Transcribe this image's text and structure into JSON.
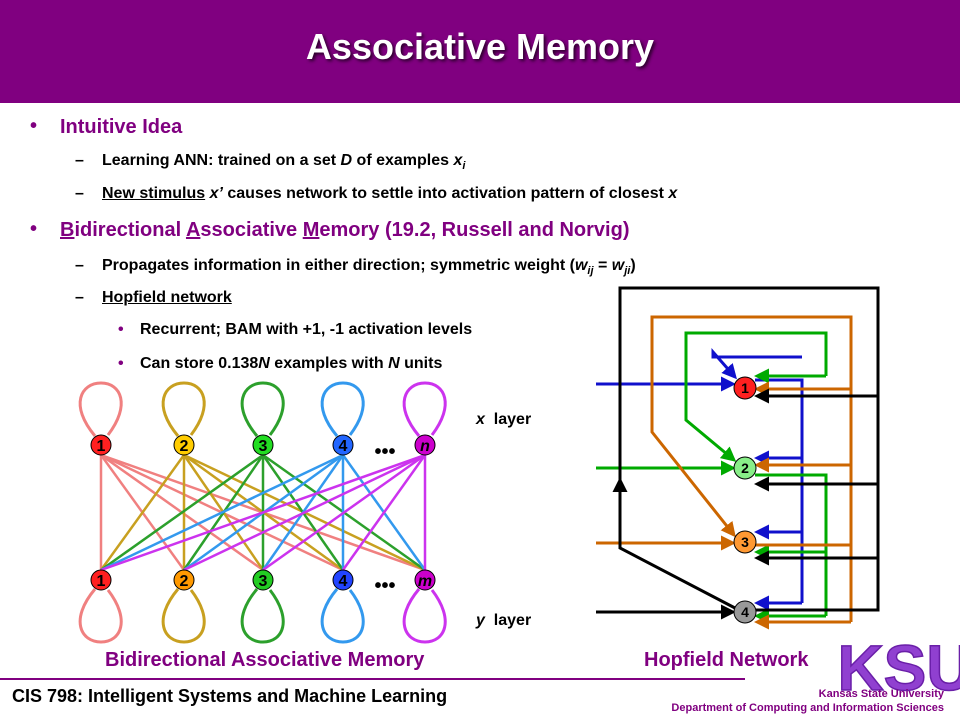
{
  "slide": {
    "title": "Associative Memory"
  },
  "bullets": {
    "intuitive": {
      "label": "Intuitive Idea",
      "sub1_a": "Learning ANN: trained on a set ",
      "sub1_D": "D",
      "sub1_b": " of examples ",
      "sub1_x": "x",
      "sub1_i": "i",
      "sub2_link": "New stimulus",
      "sub2_x": "x’",
      "sub2_rest": " causes network to settle into activation pattern of closest ",
      "sub2_end": "x"
    },
    "bam": {
      "B": "B",
      "idirectional": "idirectional ",
      "A": "A",
      "ssociative": "ssociative ",
      "M": "M",
      "emory": "emory (19.2, Russell and Norvig)",
      "sub1_a": "Propagates information in either direction; symmetric weight (",
      "sub1_w1": "w",
      "sub1_ij": "ij",
      "sub1_eq": " = ",
      "sub1_w2": "w",
      "sub1_ji": "ji",
      "sub1_close": ")",
      "hopfield_link": "Hopfield network",
      "sub3_1": "Recurrent; BAM with +1, -1 activation levels",
      "sub3_2a": "Can store 0.138",
      "sub3_2N": "N",
      "sub3_2b": " examples with ",
      "sub3_2N2": "N",
      "sub3_2c": " units"
    }
  },
  "bam_diagram": {
    "x_nodes": [
      "1",
      "2",
      "3",
      "4",
      "n"
    ],
    "y_nodes": [
      "1",
      "2",
      "3",
      "4",
      "m"
    ],
    "ellipsis": "•••",
    "x_layer_var": "x",
    "x_layer_word": "layer",
    "y_layer_var": "y",
    "y_layer_word": "layer",
    "caption": "Bidirectional Associative Memory",
    "x_colors": [
      "#f08080",
      "#c8a020",
      "#2ca02c",
      "#3399ee",
      "#cc33ee"
    ],
    "y_colors": [
      "#f08080",
      "#c8a020",
      "#2ca02c",
      "#3399ee",
      "#cc33ee"
    ],
    "x_fills": [
      "#ff2020",
      "#ffcc00",
      "#22dd22",
      "#2266ff",
      "#cc00cc"
    ],
    "y_fills": [
      "#ff2020",
      "#ff9900",
      "#22cc22",
      "#2244ff",
      "#cc00cc"
    ]
  },
  "hopfield_diagram": {
    "nodes": [
      "1",
      "2",
      "3",
      "4"
    ],
    "node_fills": [
      "#ff2020",
      "#88ee88",
      "#ff9933",
      "#999999"
    ],
    "caption": "Hopfield Network",
    "colors": {
      "n1": "#1010cc",
      "n2": "#00aa00",
      "n3": "#cc6600",
      "n4": "#000000"
    }
  },
  "footer": {
    "course": "CIS 798: Intelligent Systems and Machine Learning",
    "university": "Kansas State University",
    "department": "Department of Computing and Information Sciences",
    "logo_text": "KSU"
  }
}
